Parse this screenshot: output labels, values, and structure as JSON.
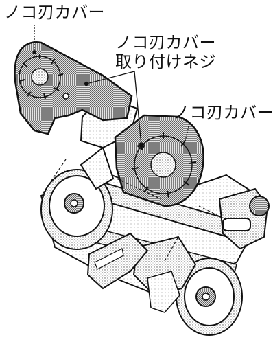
{
  "labels": {
    "cover_left": "ノコ刃カバー",
    "screw_line1": "ノコ刃カバー",
    "screw_line2": "取り付けネジ",
    "cover_right": "ノコ刃カバー"
  }
}
